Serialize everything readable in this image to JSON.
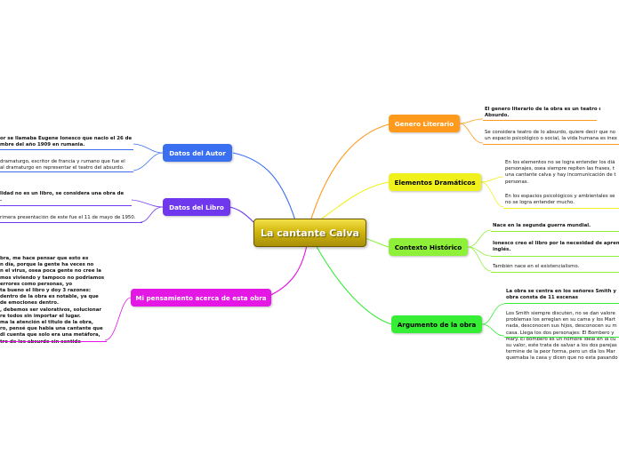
{
  "central": {
    "label": "La cantante Calva"
  },
  "colors": {
    "autor": "#3b6ff2",
    "libro": "#7038ee",
    "pensamiento": "#e517e5",
    "genero": "#ff9a1c",
    "elementos": "#f0f01a",
    "contexto": "#8ff03a",
    "argumento": "#37ee37"
  },
  "branches": {
    "autor": {
      "label": "Datos del Autor",
      "items": [
        [
          "or se llamaba Eugene Ionesco que nacio el 26 de",
          "mbre del año 1909 en rumania."
        ],
        [
          "dramaturgo, escritor de francia y rumano que fue el",
          "al dramaturgo en representar el teatro del absurdo."
        ]
      ]
    },
    "libro": {
      "label": "Datos del Libro",
      "items": [
        [
          "lidad no es un libro, se considera una obra de",
          "."
        ],
        [
          "rimera presentación de este fue el 11 de mayo de 1950."
        ]
      ]
    },
    "pensamiento": {
      "label": "Mi pensamiento acerca de esta obra",
      "items": [
        [
          "bra, me hace pensar que esto es",
          "n día, porque la gente ha veces no",
          "n el virus, osea poca gente no cree la",
          "mos viviendo y tampoco no podriamos",
          " errores como personas, yo",
          "ta bueno el libro y doy 3 razones:",
          " dentro de la obra es notable, ya que",
          " de emociones dentro.",
          ", debemos ser valorativos, solucionar",
          "re todos sin importar el lugar.",
          "ma la atención el titulo de la obra,",
          "ro, pensé que habia una cantante que",
          " di cuenta que solo era una metáfora,",
          "tro de los absurdo sin sentido"
        ]
      ]
    },
    "genero": {
      "label": "Genero Literario",
      "items": [
        [
          "El genero literario de la obra es un teatro de lo",
          "Absurdo."
        ],
        [
          "Se considera teatro de lo absurdo, quiere decir que no",
          "un espacio psicológico o social, la vida humana es inex"
        ]
      ]
    },
    "elementos": {
      "label": "Elementos Dramáticos",
      "items": [
        [
          "En los elementos no se logra entender los diá",
          "personajes, osea siempre repiten las frases, t",
          "una cantante calva y hay incomunicación de t",
          "personas."
        ],
        [
          "En los espacios psicológicos y ambientales se",
          "no se logra entender mucho."
        ]
      ]
    },
    "contexto": {
      "label": "Contexto Histórico",
      "items": [
        [
          "Nace en la segunda guerra mundial."
        ],
        [
          "Ionesco creo el libro por la necesidad de apren",
          "inglés."
        ],
        [
          "También nace en el existencialismo."
        ]
      ]
    },
    "argumento": {
      "label": "Argumento de la obra",
      "items": [
        [
          "La obra se centra en los señores Smith y",
          "obra consta de 11 escenas"
        ],
        [
          "Los Smith siempre discuten, no se dan valore",
          "problemas los arreglan en su cama y los Mart",
          "nada, desconocen sus hijos, desconocen su m",
          "casa. Llega los dos personajes: El Bombero y",
          "Mary. El bombero es un hombre ideal en la cu",
          "su valor, este trata de salvar a los dos parejas",
          "termine de la peor forma, pero un día los Mar",
          "quemaba la casa y dicen que no esta pasando"
        ]
      ]
    }
  }
}
